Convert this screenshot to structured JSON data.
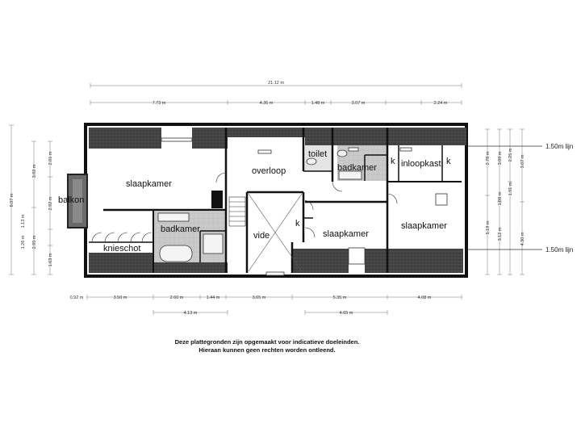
{
  "rooms": {
    "slaapkamer_1": "slaapkamer",
    "overloop": "overloop",
    "toilet": "toilet",
    "badkamer_1": "badkamer",
    "k_1": "k",
    "inloopkast": "inloopkast",
    "k_2": "k",
    "balkon": "balkon",
    "badkamer_2": "badkamer",
    "vide": "vide",
    "k_3": "k",
    "slaapkamer_2": "slaapkamer",
    "slaapkamer_3": "slaapkamer",
    "knieschot": "knieschot"
  },
  "dimensions": {
    "top_total": "21.12 m",
    "top_segments": [
      "7.73 m",
      "4.36 m",
      "1.48 m",
      "3.07 m",
      "2.24 m"
    ],
    "bottom_segments": [
      "0.92 m",
      "3.50 m",
      "2.60 m",
      "1.44 m",
      "3.65 m",
      "5.35 m",
      "4.08 m"
    ],
    "bottom_sub": [
      "4.13 m",
      "4.65 m"
    ],
    "left": [
      "8.07 m",
      "3.92 m",
      "2.01 m",
      "2.92 m",
      "1.26 m",
      "1.13 m",
      "2.95 m",
      "1.63 m"
    ],
    "right": [
      "2.78 m",
      "3.09 m",
      "2.25 m",
      "3.67 m",
      "1.08 m",
      "1.91 m",
      "5.19 m",
      "3.12 m",
      "4.30 m"
    ]
  },
  "height_lines": {
    "top": "1.50m lijn",
    "bottom": "1.50m lijn"
  },
  "disclaimer": {
    "line1": "Deze plattegronden zijn opgemaakt voor indicatieve doeleinden.",
    "line2": "Hieraan kunnen geen rechten worden ontleend."
  }
}
